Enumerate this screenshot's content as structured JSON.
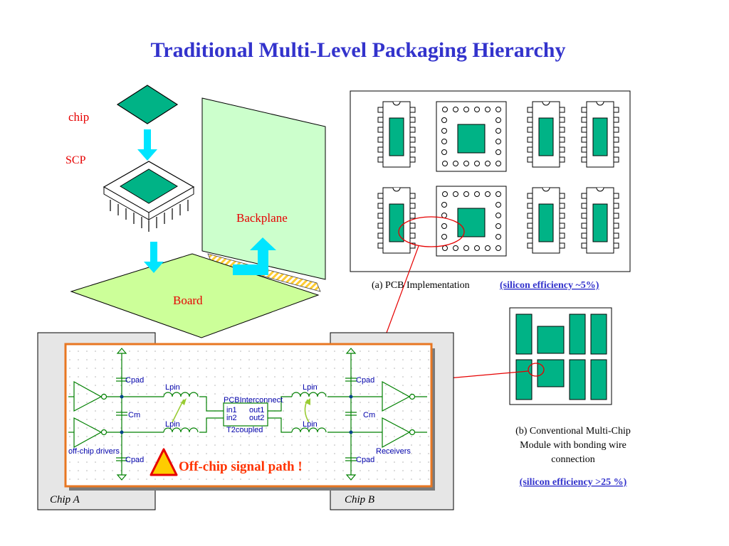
{
  "title": "Traditional Multi-Level Packaging Hierarchy",
  "labels": {
    "chip": "chip",
    "scp": "SCP",
    "backplane": "Backplane",
    "board": "Board"
  },
  "pcb_caption": {
    "prefix": "(a) PCB Implementation",
    "efficiency": "(silicon efficiency ~5%)"
  },
  "mcm_caption": {
    "line1": "(b) Conventional Multi-Chip",
    "line2": "Module with bonding wire",
    "line3": "connection",
    "efficiency": "(silicon efficiency >25 %)"
  },
  "circuit": {
    "cpad": "Cpad",
    "cm": "Cm",
    "lpin": "Lpin",
    "pcb_interconnect": "PCBInterconnect",
    "in1": "in1",
    "in2": "in2",
    "out1": "out1",
    "out2": "out2",
    "t2coupled": "T2coupled",
    "drivers": "off-chip drivers",
    "receivers": "Receivers"
  },
  "warning": "Off-chip signal path !",
  "chip_a": "Chip A",
  "chip_b": "Chip B",
  "colors": {
    "title_blue": "#3333cc",
    "red_label": "#e60000",
    "die_green": "#00b386",
    "arrow_cyan": "#00e5ff",
    "backplane_green": "#ccffcc",
    "board_green": "#ccff99",
    "circuit_green": "#008000",
    "warning_orange": "#ff3300"
  }
}
